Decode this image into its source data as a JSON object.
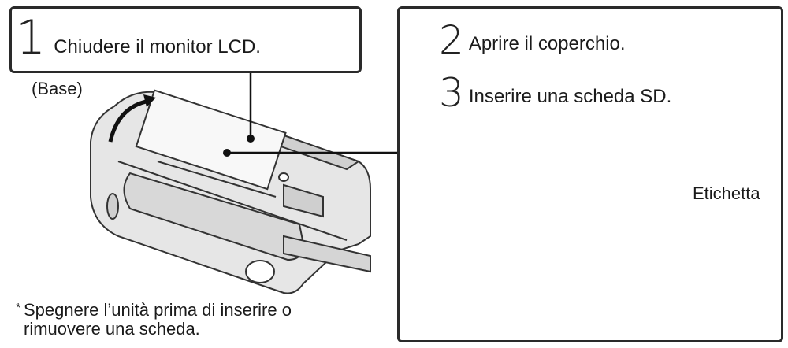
{
  "step1": {
    "number": "1",
    "text": "Chiudere il monitor LCD."
  },
  "step2": {
    "number": "2",
    "text": "Aprire il coperchio."
  },
  "step3": {
    "number": "3",
    "text": "Inserire una scheda SD."
  },
  "labels": {
    "base": "(Base)",
    "etichetta": "Etichetta"
  },
  "note": {
    "marker": "*",
    "line1": "Spegnere l’unità prima di inserire o",
    "line2": "rimuovere una scheda."
  },
  "colors": {
    "stroke": "#2a2a2a",
    "body_fill": "#e6e6e6",
    "light_fill": "#f4f4f4"
  }
}
